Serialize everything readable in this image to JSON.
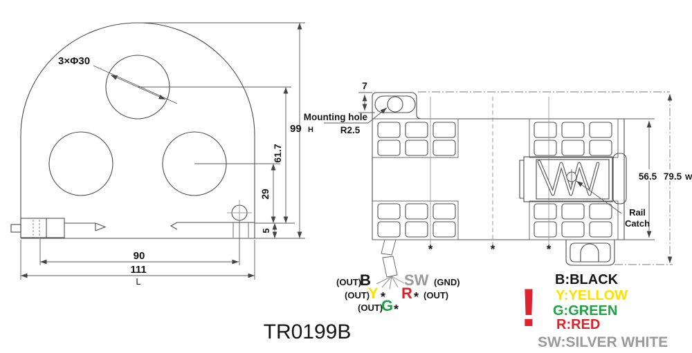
{
  "drawing": {
    "title": "TR0199B",
    "front_view": {
      "holes_label": "3×Φ30",
      "dim_height": "99",
      "dim_height_suffix": "H",
      "dim_top_hole_center": "61.7",
      "dim_side_hole_center": "29",
      "dim_base_step": "5",
      "dim_mount_span": "90",
      "dim_width": "111",
      "dim_width_suffix": "L"
    },
    "side_view": {
      "dim_slot": "7",
      "mounting_hole_label": "Mounting hole",
      "mounting_hole_radius": "R2.5",
      "dim_body_height": "56.5",
      "dim_overall_height": "79.5",
      "dim_overall_suffix": "W",
      "rail_catch_line1": "Rail",
      "rail_catch_line2": "Catch",
      "asterisk": "*"
    },
    "wiring": {
      "out": "(OUT)",
      "gnd": "(GND)",
      "star": "*",
      "black_code": "B",
      "silver_code": "SW",
      "yellow_code": "Y",
      "red_code": "R",
      "green_code": "G"
    },
    "legend": {
      "warning_mark": "!",
      "items": [
        {
          "code": "B",
          "label": "B:BLACK",
          "color": "#141414"
        },
        {
          "code": "Y",
          "label": "Y:YELLOW",
          "color": "#ffe000"
        },
        {
          "code": "G",
          "label": "G:GREEN",
          "color": "#1fa145"
        },
        {
          "code": "R",
          "label": "R:RED",
          "color": "#e01f26"
        },
        {
          "code": "SW",
          "label": "SW:SILVER WHITE",
          "color": "#9a9a9a"
        }
      ]
    },
    "colors": {
      "line": "#4a4a4a",
      "dim_line": "#555555",
      "centerline": "#999999",
      "warning": "#e02330"
    }
  }
}
